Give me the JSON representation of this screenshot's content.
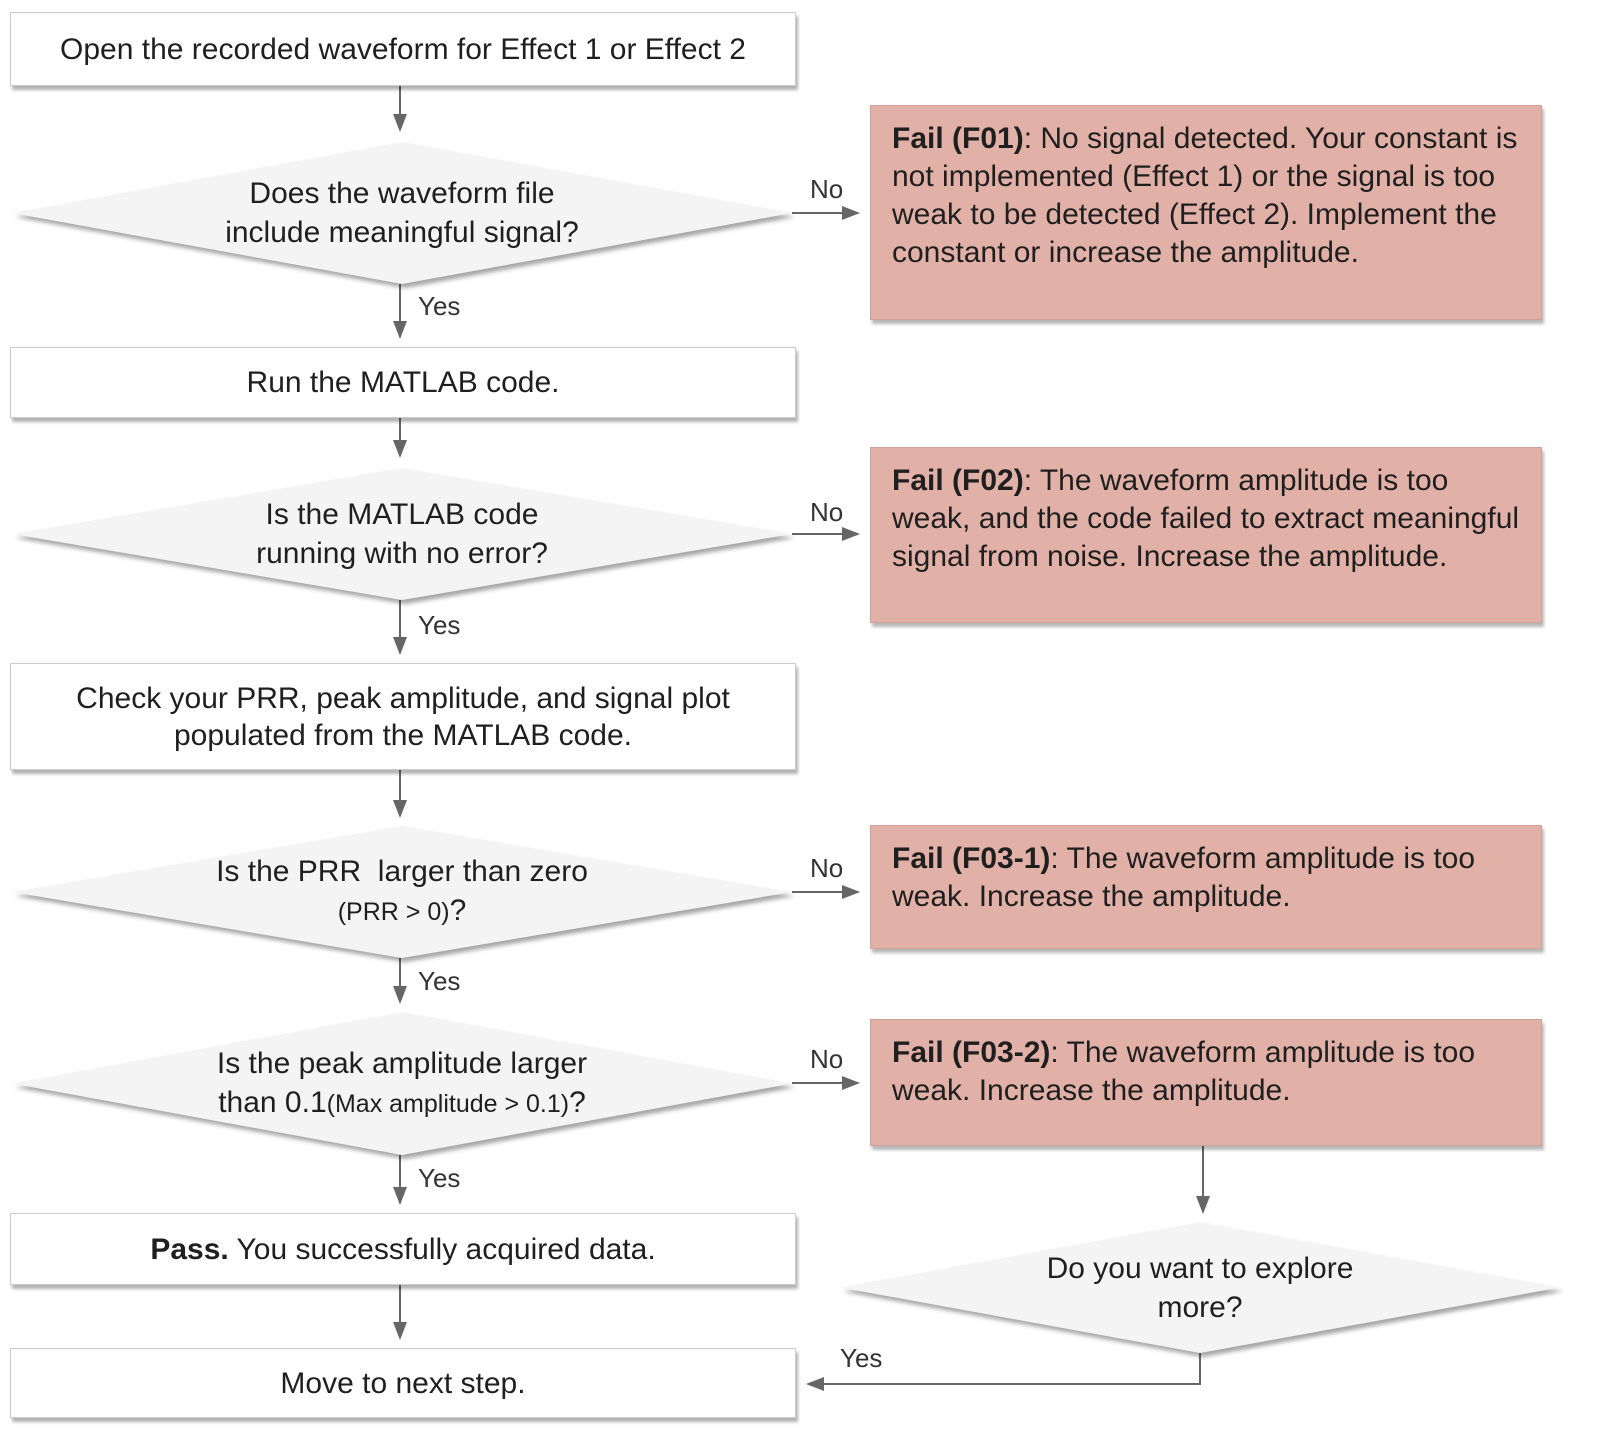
{
  "labels": {
    "yes": "Yes",
    "no": "No"
  },
  "nodes": {
    "open": "Open the recorded waveform for Effect 1 or Effect 2",
    "signal_q1": "Does the waveform file",
    "signal_q2": "include meaningful signal?",
    "run": "Run the MATLAB code.",
    "error_q1": "Is the MATLAB code",
    "error_q2": "running with no error?",
    "check1": "Check your PRR, peak amplitude, and signal plot",
    "check2": "populated from the MATLAB code.",
    "prr_q1": "Is the PRR  larger than zero",
    "prr_q2_small": "(PRR > 0)",
    "prr_q2_tail": "?",
    "amp_q1": "Is the peak amplitude larger",
    "amp_q2_main": "than 0.1",
    "amp_q2_small": "(Max amplitude > 0.1)",
    "amp_q2_tail": "?",
    "pass_bold": "Pass.",
    "pass_rest": " You successfully acquired data.",
    "move": "Move to next step.",
    "explore_q1": "Do you want to explore",
    "explore_q2": "more?"
  },
  "fails": {
    "f01": {
      "title": "Fail (F01)",
      "body": ": No signal detected. Your constant is not implemented (Effect 1) or the signal is too weak to be detected (Effect 2). Implement the constant or increase the amplitude."
    },
    "f02": {
      "title": "Fail (F02)",
      "body": ": The waveform amplitude is too weak, and the code failed to extract meaningful signal from noise. Increase the amplitude."
    },
    "f03_1": {
      "title": "Fail (F03-1)",
      "body": ": The waveform amplitude is too weak. Increase the amplitude."
    },
    "f03_2": {
      "title": "Fail (F03-2)",
      "body": ": The waveform amplitude is too weak. Increase the amplitude."
    }
  },
  "colors": {
    "fail_bg": "#e1b1a8",
    "diamond_bg": "#f4f4f4",
    "rect_bg": "#ffffff",
    "arrow": "#666666",
    "text": "#1f1f1f"
  }
}
